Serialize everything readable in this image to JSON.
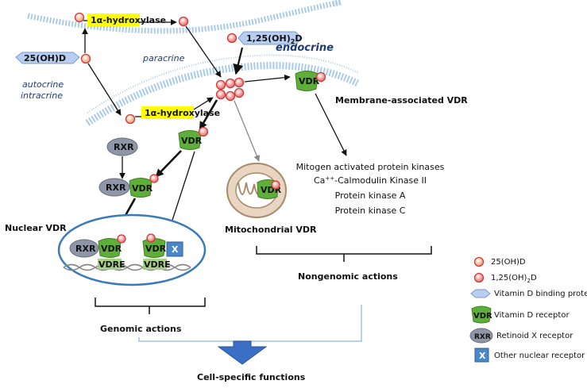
{
  "labels": {
    "hydroxylase": "1α-hydroxylase",
    "ohd": "25(OH)D",
    "ohd2_main": "1,25(OH)",
    "ohd2_sub": "2",
    "ohd2_end": "D",
    "paracrine": "paracrine",
    "endocrine": "endocrine",
    "autocrine": "autocrine",
    "intracrine": "intracrine",
    "membrane_vdr": "Membrane-associated VDR",
    "vdr": "VDR",
    "rxr": "RXR",
    "vdre": "VDRE",
    "x": "X",
    "nuclear_vdr": "Nuclear VDR",
    "mitochondrial_vdr": "Mitochondrial VDR",
    "kinase1": "Mitogen activated protein kinases",
    "kinase2_pre": "Ca",
    "kinase2_sup": "++",
    "kinase2_post": "-Calmodulin Kinase II",
    "kinase3": "Protein kinase A",
    "kinase4": "Protein kinase C",
    "nongenomic": "Nongenomic actions",
    "genomic": "Genomic actions",
    "cell_specific": "Cell-specific functions"
  },
  "legend": {
    "ohd": "25(OH)D",
    "ohd2_main": "1,25(OH)",
    "ohd2_sub": "2",
    "ohd2_end": "D",
    "dbp": "Vitamin D binding protein",
    "vdr_icon": "VDR",
    "vdr": "Vitamin D receptor",
    "rxr_icon": "RXR",
    "rxr": "Retinoid X receptor",
    "x_icon": "X",
    "other": "Other nuclear receptor"
  },
  "colors": {
    "ohd_fill": "#f6c5a7",
    "ohd2_fill": "#f4a7a7",
    "ball_stroke": "#d23a3a",
    "dbp": "#b9cdef",
    "vdr": "#5fae3a",
    "rxr": "#8e96a8",
    "x_receptor": "#4b86c8",
    "hydroxylase": "#ffff00",
    "membrane": "#a9cbe6",
    "nucleus": "#3a7ab8",
    "big_arrow": "#3a6fc4"
  }
}
